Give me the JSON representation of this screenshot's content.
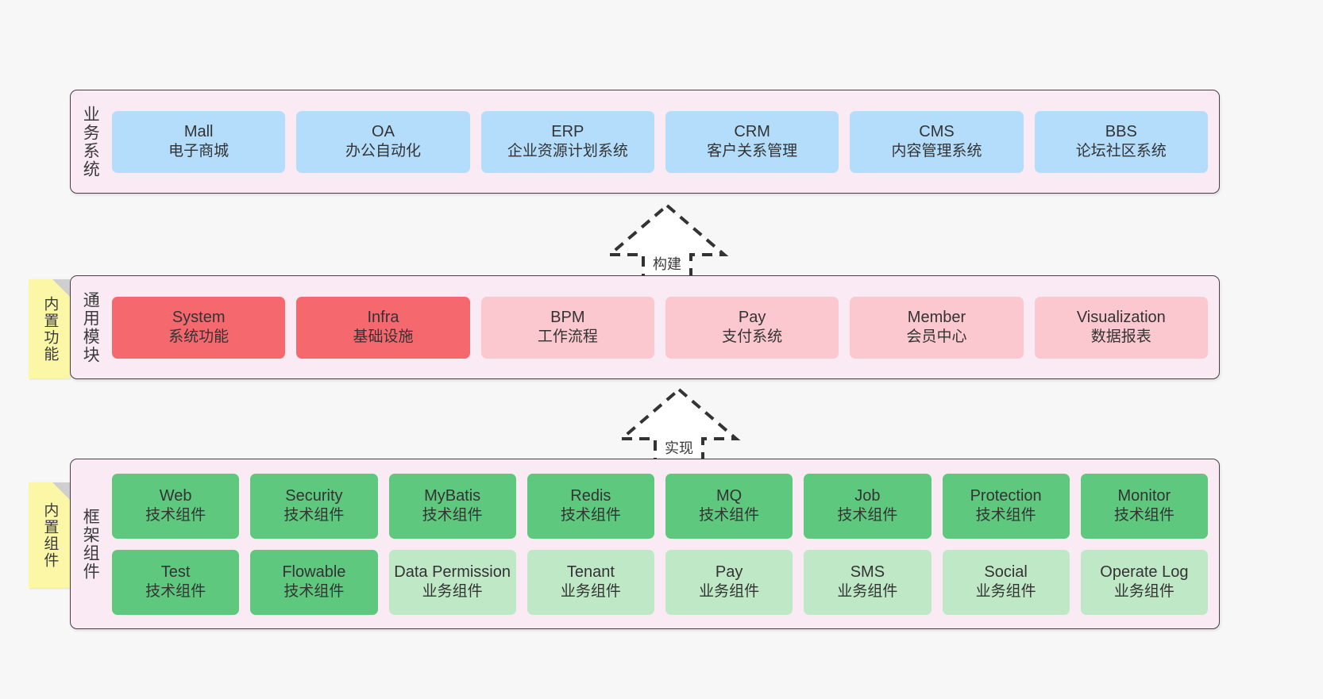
{
  "layers": [
    {
      "id": "business",
      "label": "业务系统",
      "rows": [
        [
          {
            "en": "Mall",
            "cn": "电子商城",
            "color": "#b3ddfb"
          },
          {
            "en": "OA",
            "cn": "办公自动化",
            "color": "#b3ddfb"
          },
          {
            "en": "ERP",
            "cn": "企业资源计划系统",
            "color": "#b3ddfb"
          },
          {
            "en": "CRM",
            "cn": "客户关系管理",
            "color": "#b3ddfb"
          },
          {
            "en": "CMS",
            "cn": "内容管理系统",
            "color": "#b3ddfb"
          },
          {
            "en": "BBS",
            "cn": "论坛社区系统",
            "color": "#b3ddfb"
          }
        ]
      ]
    },
    {
      "id": "common",
      "label": "通用模块",
      "rows": [
        [
          {
            "en": "System",
            "cn": "系统功能",
            "color": "#f4686e"
          },
          {
            "en": "Infra",
            "cn": "基础设施",
            "color": "#f4686e"
          },
          {
            "en": "BPM",
            "cn": "工作流程",
            "color": "#fbc8cf"
          },
          {
            "en": "Pay",
            "cn": "支付系统",
            "color": "#fbc8cf"
          },
          {
            "en": "Member",
            "cn": "会员中心",
            "color": "#fbc8cf"
          },
          {
            "en": "Visualization",
            "cn": "数据报表",
            "color": "#fbc8cf"
          }
        ]
      ]
    },
    {
      "id": "framework",
      "label": "框架组件",
      "rows": [
        [
          {
            "en": "Web",
            "cn": "技术组件",
            "color": "#5ec87e"
          },
          {
            "en": "Security",
            "cn": "技术组件",
            "color": "#5ec87e"
          },
          {
            "en": "MyBatis",
            "cn": "技术组件",
            "color": "#5ec87e"
          },
          {
            "en": "Redis",
            "cn": "技术组件",
            "color": "#5ec87e"
          },
          {
            "en": "MQ",
            "cn": "技术组件",
            "color": "#5ec87e"
          },
          {
            "en": "Job",
            "cn": "技术组件",
            "color": "#5ec87e"
          },
          {
            "en": "Protection",
            "cn": "技术组件",
            "color": "#5ec87e"
          },
          {
            "en": "Monitor",
            "cn": "技术组件",
            "color": "#5ec87e"
          }
        ],
        [
          {
            "en": "Test",
            "cn": "技术组件",
            "color": "#5ec87e"
          },
          {
            "en": "Flowable",
            "cn": "技术组件",
            "color": "#5ec87e"
          },
          {
            "en": "Data Permission",
            "cn": "业务组件",
            "color": "#bfe8c7"
          },
          {
            "en": "Tenant",
            "cn": "业务组件",
            "color": "#bfe8c7"
          },
          {
            "en": "Pay",
            "cn": "业务组件",
            "color": "#bfe8c7"
          },
          {
            "en": "SMS",
            "cn": "业务组件",
            "color": "#bfe8c7"
          },
          {
            "en": "Social",
            "cn": "业务组件",
            "color": "#bfe8c7"
          },
          {
            "en": "Operate Log",
            "cn": "业务组件",
            "color": "#bfe8c7"
          }
        ]
      ]
    }
  ],
  "sticky_notes": [
    {
      "id": "common",
      "text": "内置功能"
    },
    {
      "id": "framework",
      "text": "内置组件"
    }
  ],
  "arrows": [
    {
      "id": "build",
      "label": "构建"
    },
    {
      "id": "impl",
      "label": "实现"
    }
  ],
  "colors": {
    "background": "#f7f7f7",
    "layer_fill": "#faeaf4",
    "layer_border": "#4a3f45",
    "sticky_fill": "#fcf6a7",
    "sticky_fold": "#cfcfcf",
    "blue": "#b3ddfb",
    "red": "#f4686e",
    "pink": "#fbc8cf",
    "green": "#5ec87e",
    "light_green": "#bfe8c7",
    "text": "#333333",
    "arrow_stroke": "#333333"
  }
}
